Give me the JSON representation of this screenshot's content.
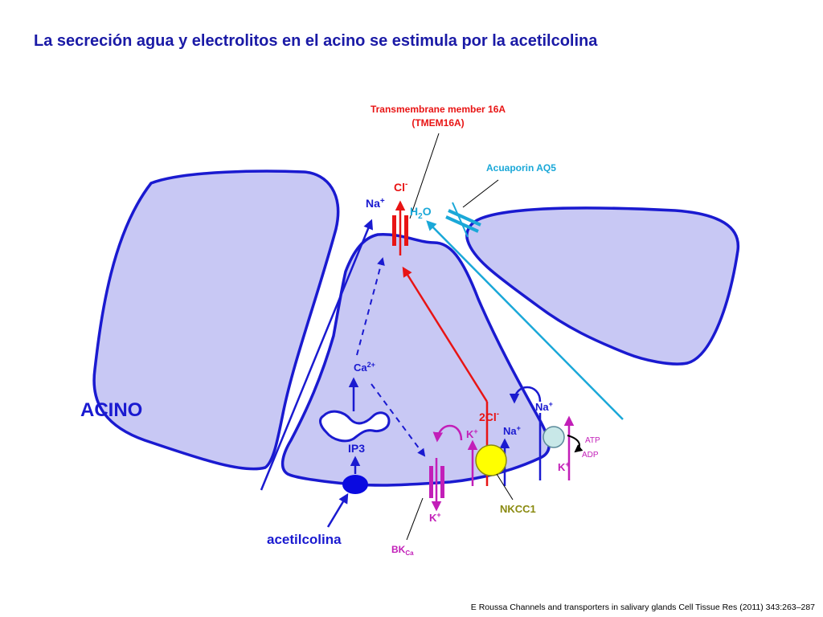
{
  "title": "La secreción agua y electrolitos en el acino se estimula por la acetilcolina",
  "citation": "E Roussa Channels and transporters in salivary glands Cell Tissue Res (2011) 343:263–287",
  "labels": {
    "tmem_line1": "Transmembrane member 16A",
    "tmem_line2": "(TMEM16A)",
    "aquaporin": "Acuaporin AQ5",
    "cl": "Cl",
    "cl_sup": "-",
    "na_top": "Na",
    "na_top_sup": "+",
    "h2o_h": "H",
    "h2o_sub": "2",
    "h2o_o": "O",
    "ca": "Ca",
    "ca_sup": "2+",
    "ip3": "IP3",
    "acino": "ACINO",
    "acetilcolina": "acetilcolina",
    "k_upper": "K",
    "k_upper_sup": "+",
    "k_lower": "K",
    "k_lower_sup": "+",
    "bk": "BK",
    "bk_sub": "Ca",
    "two_cl": "2Cl",
    "two_cl_sup": "-",
    "na_nkcc": "Na",
    "na_nkcc_sup": "+",
    "nkcc1": "NKCC1",
    "na_pump": "Na",
    "na_pump_sup": "+",
    "k_pump": "K",
    "k_pump_sup": "+",
    "atp": "ATP",
    "adp": "ADP"
  },
  "colors": {
    "title": "#1a1aa6",
    "cell_fill": "#c8c8f4",
    "cell_stroke": "#1a1ad0",
    "red": "#e81414",
    "cyan": "#1aa8d8",
    "magenta": "#c21fb8",
    "olive": "#8a8a10",
    "nkcc_fill": "#ffff00",
    "pump_fill": "#c8e8e8"
  }
}
